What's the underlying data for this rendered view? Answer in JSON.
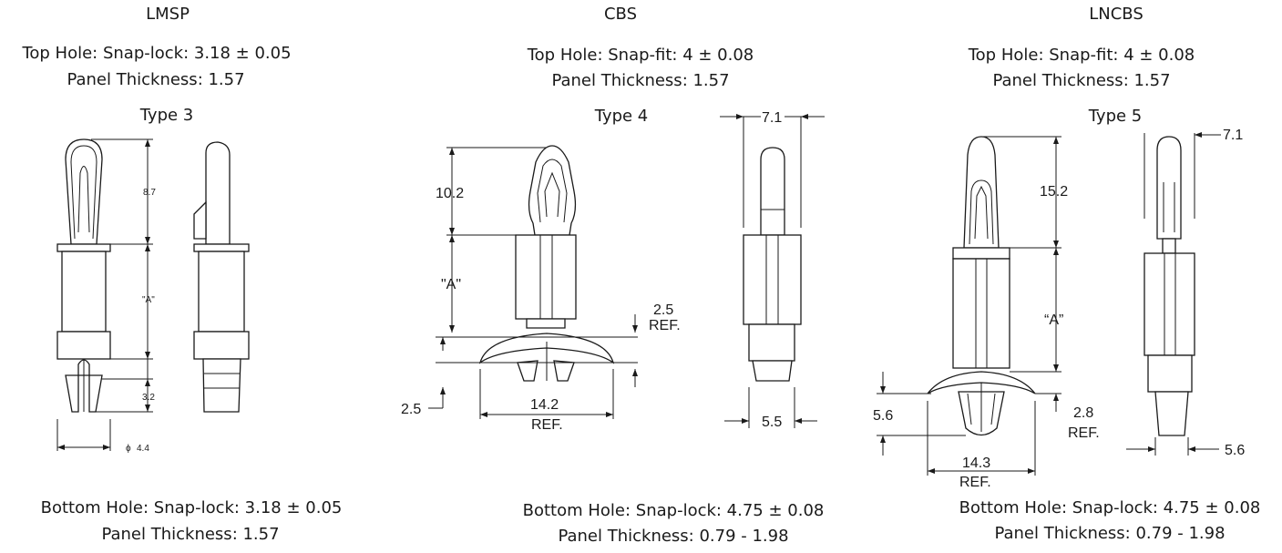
{
  "parts": [
    {
      "name": "LMSP",
      "top_hole": "Top Hole: Snap-lock: 3.18 ± 0.05",
      "top_panel": "Panel Thickness: 1.57",
      "type": "Type 3",
      "bottom_hole": "Bottom Hole: Snap-lock: 3.18 ± 0.05",
      "bottom_panel": "Panel Thickness: 1.57",
      "dims": {
        "top": "8.7",
        "mid": "\"A\"",
        "bot": "3.2",
        "dia": "4.4"
      }
    },
    {
      "name": "CBS",
      "top_hole": "Top Hole: Snap-fit: 4 ± 0.08",
      "top_panel": "Panel Thickness: 1.57",
      "type": "Type 4",
      "bottom_hole": "Bottom Hole: Snap-lock: 4.75 ± 0.08",
      "bottom_panel": "Panel Thickness: 0.79 - 1.98",
      "dims": {
        "top": "10.2",
        "mid": "\"A\"",
        "ref1": "2.5",
        "ref1b": "REF.",
        "left": "2.5",
        "width": "14.2",
        "widthb": "REF.",
        "side_top": "7.1",
        "side_bot": "5.5"
      }
    },
    {
      "name": "LNCBS",
      "top_hole": "Top Hole: Snap-fit: 4 ± 0.08",
      "top_panel": "Panel Thickness: 1.57",
      "type": "Type 5",
      "bottom_hole": "Bottom Hole: Snap-lock: 4.75 ± 0.08",
      "bottom_panel": "Panel Thickness: 0.79 - 1.98",
      "dims": {
        "top": "15.2",
        "mid": "“A”",
        "left": "5.6",
        "ref1": "2.8",
        "ref1b": "REF.",
        "width": "14.3",
        "widthb": "REF.",
        "side_top": "7.1",
        "side_bot": "5.6"
      }
    }
  ],
  "dia_symbol": "ϕ"
}
